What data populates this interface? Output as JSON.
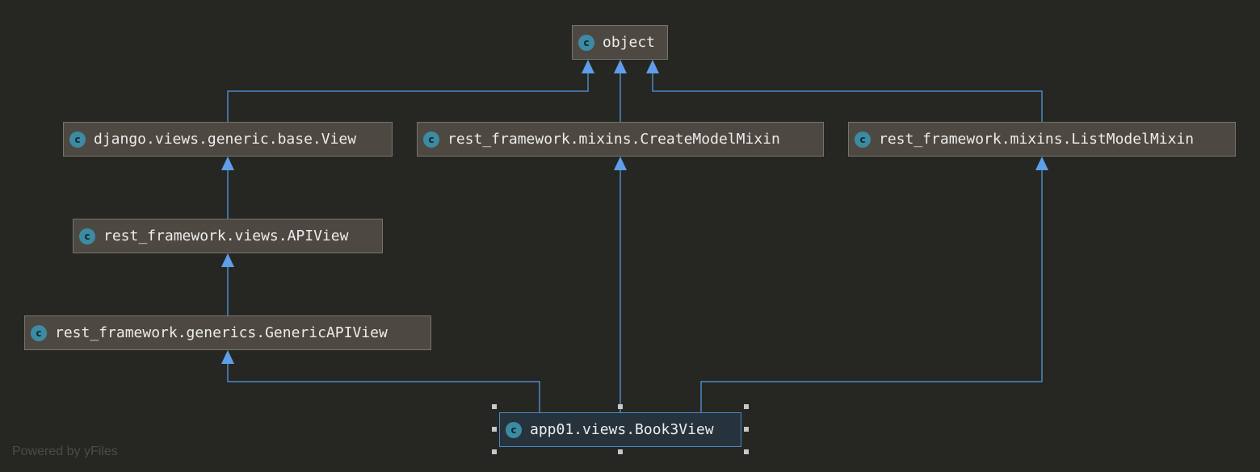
{
  "diagram": {
    "nodes": {
      "object": {
        "label": "object",
        "icon": "c-class-icon",
        "icon_letter": "c"
      },
      "django_view": {
        "label": "django.views.generic.base.View",
        "icon": "c-class-icon",
        "icon_letter": "c"
      },
      "create_mixin": {
        "label": "rest_framework.mixins.CreateModelMixin",
        "icon": "c-class-icon",
        "icon_letter": "c"
      },
      "list_mixin": {
        "label": "rest_framework.mixins.ListModelMixin",
        "icon": "c-class-icon",
        "icon_letter": "c"
      },
      "api_view": {
        "label": "rest_framework.views.APIView",
        "icon": "c-class-icon",
        "icon_letter": "c"
      },
      "generic_api_view": {
        "label": "rest_framework.generics.GenericAPIView",
        "icon": "c-class-icon",
        "icon_letter": "c"
      },
      "book3view": {
        "label": "app01.views.Book3View",
        "icon": "c-class-icon",
        "icon_letter": "c",
        "selected": true
      }
    },
    "edges": [
      {
        "from": "django_view",
        "to": "object",
        "type": "inheritance"
      },
      {
        "from": "create_mixin",
        "to": "object",
        "type": "inheritance"
      },
      {
        "from": "list_mixin",
        "to": "object",
        "type": "inheritance"
      },
      {
        "from": "api_view",
        "to": "django_view",
        "type": "inheritance"
      },
      {
        "from": "generic_api_view",
        "to": "api_view",
        "type": "inheritance"
      },
      {
        "from": "book3view",
        "to": "generic_api_view",
        "type": "inheritance"
      },
      {
        "from": "book3view",
        "to": "create_mixin",
        "type": "inheritance"
      },
      {
        "from": "book3view",
        "to": "list_mixin",
        "type": "inheritance"
      }
    ]
  },
  "watermark": "Powered by yFiles",
  "colors": {
    "background": "#262722",
    "node_fill": "#4d4942",
    "node_border": "#77746c",
    "selected_fill": "#27333c",
    "selected_border": "#4a88c7",
    "edge": "#4a88c7",
    "arrowhead": "#5f9ee8",
    "class_icon": "#3d8ba3",
    "text": "#ececec"
  }
}
